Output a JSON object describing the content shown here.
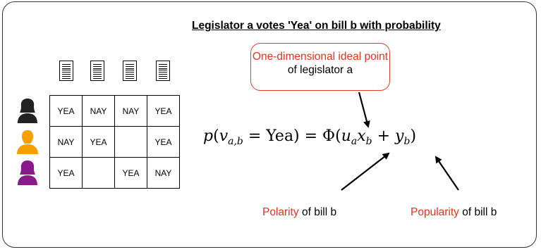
{
  "title": "Legislator a votes 'Yea' on bill b with probability",
  "callout": {
    "line1": "One-dimensional ideal point",
    "line2": "of legislator a"
  },
  "formula": {
    "p": "p",
    "v": "v",
    "sub_ab": "a,b",
    "eq": " = Yea) = Φ(",
    "u": "u",
    "sub_a": "a",
    "x": "x",
    "sub_b": "b",
    "plus": " + ",
    "y": "y",
    "sub_b2": "b",
    "close": ")"
  },
  "polarity": {
    "highlight": "Polarity",
    "rest": " of bill b"
  },
  "popularity": {
    "highlight": "Popularity",
    "rest": " of bill b"
  },
  "vote_matrix": [
    [
      "YEA",
      "NAY",
      "NAY",
      "YEA"
    ],
    [
      "NAY",
      "YEA",
      "",
      "YEA"
    ],
    [
      "YEA",
      "",
      "YEA",
      "NAY"
    ]
  ],
  "legislator_colors": [
    "#222222",
    "#f5a000",
    "#8a1a8a"
  ],
  "colors": {
    "accent": "#e8321e",
    "border": "#333333"
  }
}
